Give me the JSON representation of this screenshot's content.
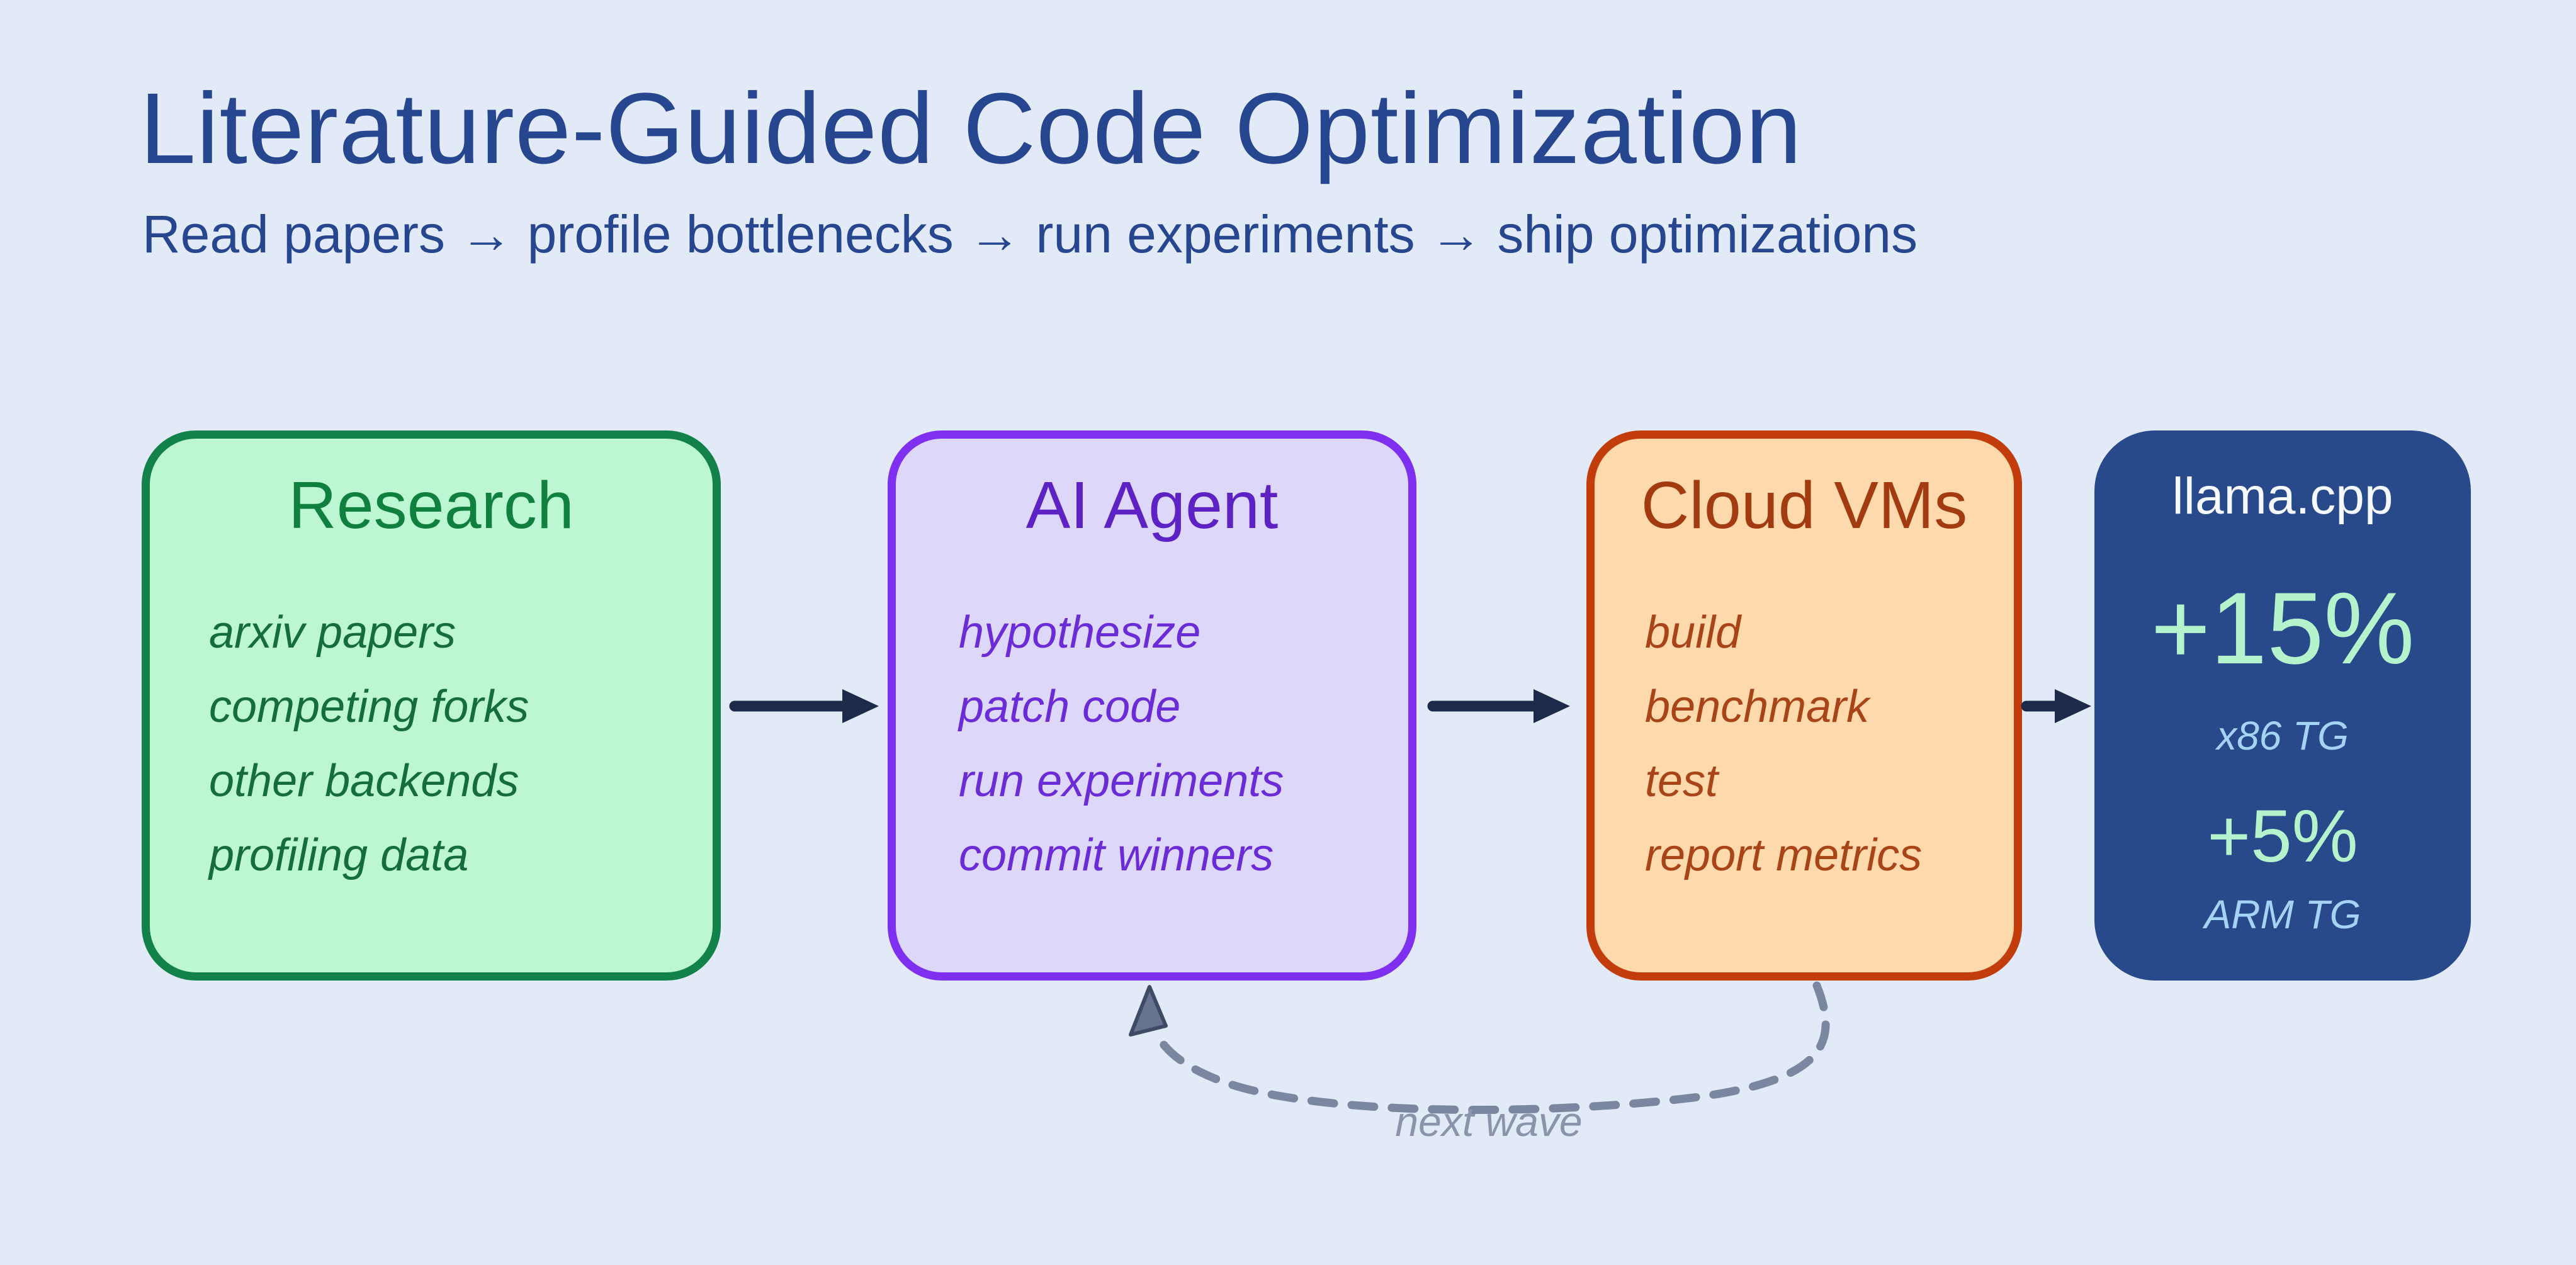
{
  "page": {
    "background": "#e1eaf6",
    "heading_color": "#274690"
  },
  "header": {
    "title": "Literature-Guided Code Optimization",
    "subtitle": "Read papers → profile bottlenecks → run experiments → ship optimizations"
  },
  "boxes": [
    {
      "title": "Research",
      "items": [
        "arxiv papers",
        "competing forks",
        "other backends",
        "profiling data"
      ],
      "fill": "#bcf6d2",
      "border": "#12814a",
      "title_color": "#10803f",
      "item_color": "#156c3f"
    },
    {
      "title": "AI Agent",
      "items": [
        "hypothesize",
        "patch code",
        "run experiments",
        "commit winners"
      ],
      "fill": "#ddd7f9",
      "border": "#7e2ff0",
      "title_color": "#5e21c4",
      "item_color": "#6b2bd6"
    },
    {
      "title": "Cloud VMs",
      "items": [
        "build",
        "benchmark",
        "test",
        "report metrics"
      ],
      "fill": "#fdd9ab",
      "border": "#c23d0b",
      "title_color": "#a23b10",
      "item_color": "#a84418"
    },
    {
      "title": "llama.cpp",
      "metrics": [
        {
          "value": "+15%",
          "label": "x86 TG"
        },
        {
          "value": "+5%",
          "label": "ARM TG"
        }
      ],
      "fill": "#284a8a",
      "title_color": "#f5f8fc",
      "value_color": "#b5f3cd",
      "label_color": "#a5d3f6"
    }
  ],
  "flow": {
    "loop_label": "next wave",
    "arrow_color": "#1e2a4a",
    "loop_color": "#7b87a0"
  }
}
